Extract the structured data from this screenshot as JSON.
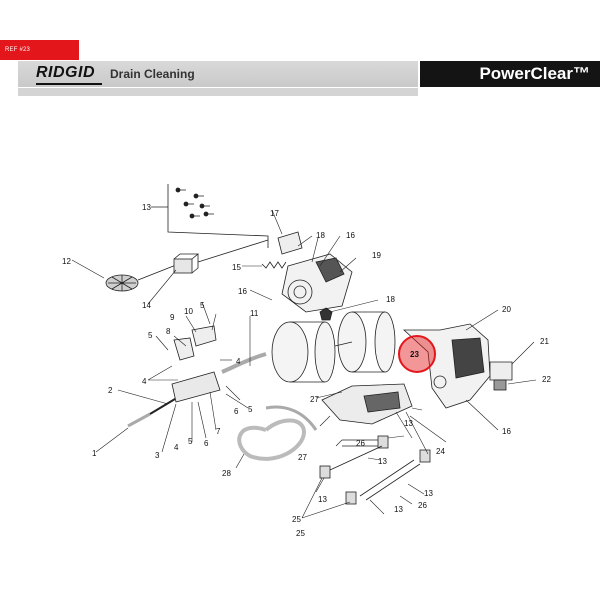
{
  "ref_tag": "REF #23",
  "brand": "RIDGID",
  "section": "Drain Cleaning",
  "product": "PowerClear™",
  "highlight": {
    "part": "23",
    "color": "#e3161b"
  },
  "part_labels": [
    "1",
    "2",
    "3",
    "4",
    "4",
    "4",
    "5",
    "5",
    "5",
    "5",
    "6",
    "6",
    "7",
    "8",
    "9",
    "10",
    "11",
    "12",
    "13",
    "13",
    "13",
    "13",
    "13",
    "13",
    "14",
    "15",
    "16",
    "16",
    "16",
    "17",
    "18",
    "18",
    "19",
    "20",
    "21",
    "22",
    "23",
    "24",
    "25",
    "25",
    "26",
    "26",
    "27",
    "27",
    "28"
  ]
}
